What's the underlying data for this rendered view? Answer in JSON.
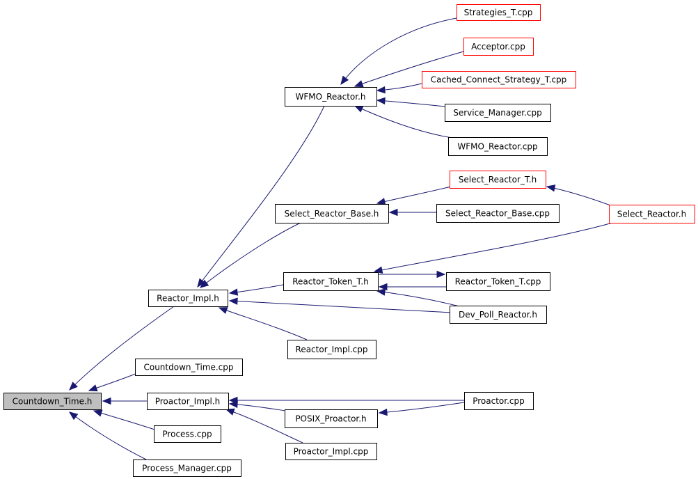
{
  "colors": {
    "edge": "#191970",
    "normal_border": "#000000",
    "truncated_border": "#ff0000",
    "root_fill": "#bfbfbf",
    "node_fill": "#ffffff"
  },
  "graph": {
    "nodes": [
      {
        "id": "countdown_time_h",
        "label": "Countdown_Time.h",
        "kind": "root"
      },
      {
        "id": "reactor_impl_h",
        "label": "Reactor_Impl.h",
        "kind": "normal"
      },
      {
        "id": "countdown_time_cpp",
        "label": "Countdown_Time.cpp",
        "kind": "normal"
      },
      {
        "id": "proactor_impl_h",
        "label": "Proactor_Impl.h",
        "kind": "normal"
      },
      {
        "id": "process_cpp",
        "label": "Process.cpp",
        "kind": "normal"
      },
      {
        "id": "process_manager_cpp",
        "label": "Process_Manager.cpp",
        "kind": "normal"
      },
      {
        "id": "wfmo_reactor_h",
        "label": "WFMO_Reactor.h",
        "kind": "normal"
      },
      {
        "id": "select_reactor_base_h",
        "label": "Select_Reactor_Base.h",
        "kind": "normal"
      },
      {
        "id": "reactor_token_t_h",
        "label": "Reactor_Token_T.h",
        "kind": "normal"
      },
      {
        "id": "reactor_impl_cpp",
        "label": "Reactor_Impl.cpp",
        "kind": "normal"
      },
      {
        "id": "posix_proactor_h",
        "label": "POSIX_Proactor.h",
        "kind": "normal"
      },
      {
        "id": "proactor_impl_cpp",
        "label": "Proactor_Impl.cpp",
        "kind": "normal"
      },
      {
        "id": "strategies_t_cpp",
        "label": "Strategies_T.cpp",
        "kind": "truncated"
      },
      {
        "id": "acceptor_cpp",
        "label": "Acceptor.cpp",
        "kind": "truncated"
      },
      {
        "id": "cached_connect_strategy_t_cpp",
        "label": "Cached_Connect_Strategy_T.cpp",
        "kind": "truncated"
      },
      {
        "id": "service_manager_cpp",
        "label": "Service_Manager.cpp",
        "kind": "normal"
      },
      {
        "id": "wfmo_reactor_cpp",
        "label": "WFMO_Reactor.cpp",
        "kind": "normal"
      },
      {
        "id": "select_reactor_t_h",
        "label": "Select_Reactor_T.h",
        "kind": "truncated"
      },
      {
        "id": "select_reactor_base_cpp",
        "label": "Select_Reactor_Base.cpp",
        "kind": "normal"
      },
      {
        "id": "select_reactor_h",
        "label": "Select_Reactor.h",
        "kind": "truncated"
      },
      {
        "id": "reactor_token_t_cpp",
        "label": "Reactor_Token_T.cpp",
        "kind": "normal"
      },
      {
        "id": "dev_poll_reactor_h",
        "label": "Dev_Poll_Reactor.h",
        "kind": "normal"
      },
      {
        "id": "proactor_cpp",
        "label": "Proactor.cpp",
        "kind": "normal"
      }
    ],
    "edges": [
      {
        "from": "reactor_impl_h",
        "to": "countdown_time_h"
      },
      {
        "from": "countdown_time_cpp",
        "to": "countdown_time_h"
      },
      {
        "from": "proactor_impl_h",
        "to": "countdown_time_h"
      },
      {
        "from": "process_cpp",
        "to": "countdown_time_h"
      },
      {
        "from": "process_manager_cpp",
        "to": "countdown_time_h"
      },
      {
        "from": "wfmo_reactor_h",
        "to": "reactor_impl_h"
      },
      {
        "from": "select_reactor_base_h",
        "to": "reactor_impl_h"
      },
      {
        "from": "reactor_token_t_h",
        "to": "reactor_impl_h"
      },
      {
        "from": "dev_poll_reactor_h",
        "to": "reactor_impl_h"
      },
      {
        "from": "reactor_impl_cpp",
        "to": "reactor_impl_h"
      },
      {
        "from": "strategies_t_cpp",
        "to": "wfmo_reactor_h"
      },
      {
        "from": "acceptor_cpp",
        "to": "wfmo_reactor_h"
      },
      {
        "from": "cached_connect_strategy_t_cpp",
        "to": "wfmo_reactor_h"
      },
      {
        "from": "service_manager_cpp",
        "to": "wfmo_reactor_h"
      },
      {
        "from": "wfmo_reactor_cpp",
        "to": "wfmo_reactor_h"
      },
      {
        "from": "select_reactor_t_h",
        "to": "select_reactor_base_h"
      },
      {
        "from": "select_reactor_base_cpp",
        "to": "select_reactor_base_h"
      },
      {
        "from": "select_reactor_h",
        "to": "select_reactor_t_h"
      },
      {
        "from": "select_reactor_h",
        "to": "reactor_token_t_h"
      },
      {
        "from": "reactor_token_t_cpp",
        "to": "reactor_token_t_h"
      },
      {
        "from": "reactor_token_t_h",
        "to": "reactor_token_t_cpp"
      },
      {
        "from": "dev_poll_reactor_h",
        "to": "reactor_token_t_h"
      },
      {
        "from": "posix_proactor_h",
        "to": "proactor_impl_h"
      },
      {
        "from": "proactor_cpp",
        "to": "proactor_impl_h"
      },
      {
        "from": "proactor_impl_cpp",
        "to": "proactor_impl_h"
      },
      {
        "from": "proactor_cpp",
        "to": "posix_proactor_h"
      }
    ]
  }
}
